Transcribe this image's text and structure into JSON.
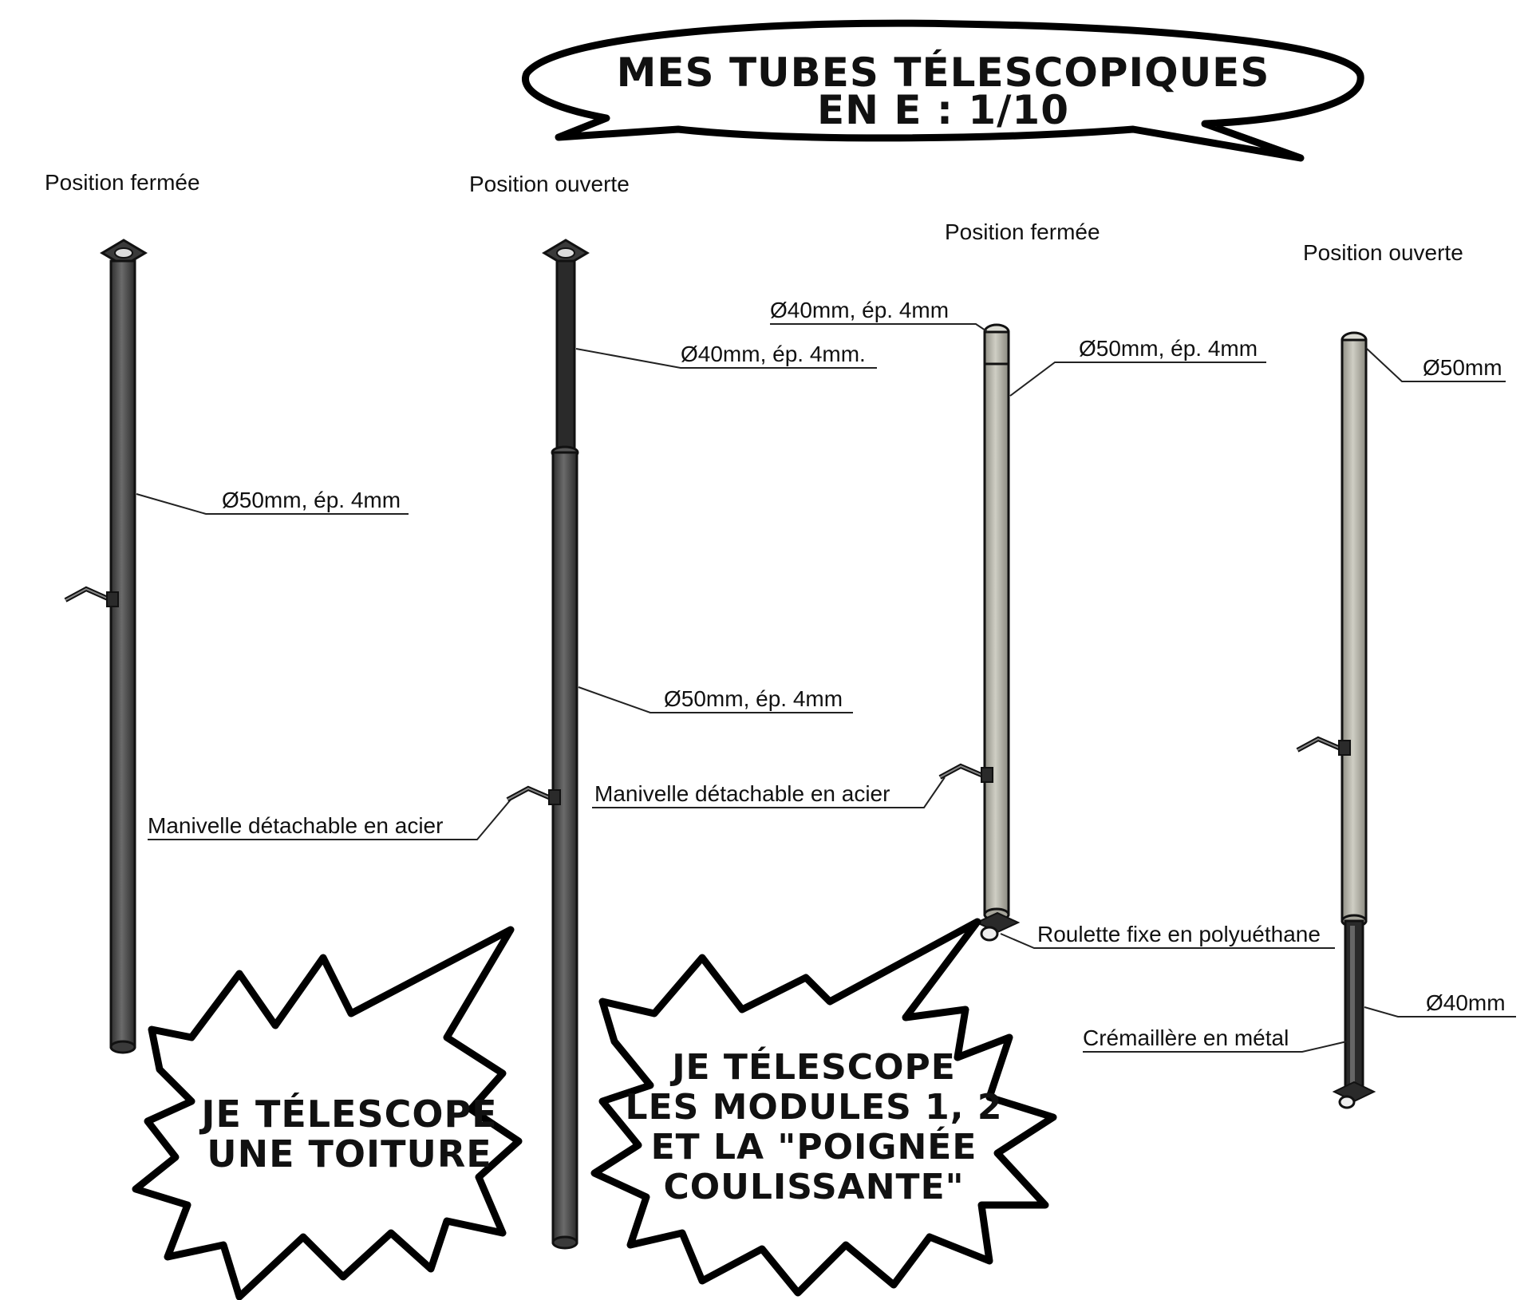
{
  "title": {
    "line1": "MES TUBES TÉLESCOPIQUES",
    "line2": "EN E : 1/10"
  },
  "positions": {
    "closed_1": "Position fermée",
    "open_1": "Position ouverte",
    "closed_2": "Position fermée",
    "open_2": "Position ouverte"
  },
  "labels": {
    "tube1_d50": "Ø50mm, ép. 4mm",
    "tube1_crank": "Manivelle détachable en acier",
    "tube2_d40": "Ø40mm, ép. 4mm.",
    "tube2_d50": "Ø50mm, ép. 4mm",
    "tube3_d40": "Ø40mm, ép. 4mm",
    "tube3_d50": "Ø50mm, ép. 4mm",
    "tube3_crank": "Manivelle détachable en acier",
    "tube3_wheel": "Roulette fixe en polyuéthane",
    "tube4_d50": "Ø50mm",
    "tube4_d40": "Ø40mm",
    "tube4_rack": "Crémaillère en métal"
  },
  "bursts": {
    "left_line1": "JE TÉLESCOPE",
    "left_line2": "UNE TOITURE",
    "right_line1": "JE TÉLESCOPE",
    "right_line2": "LES MODULES 1, 2",
    "right_line3": "ET LA \"POIGNÉE",
    "right_line4": "COULISSANTE\""
  },
  "colors": {
    "dark_tube": "#4a4a4a",
    "light_tube": "#b9b8ad",
    "outline": "#111111"
  }
}
